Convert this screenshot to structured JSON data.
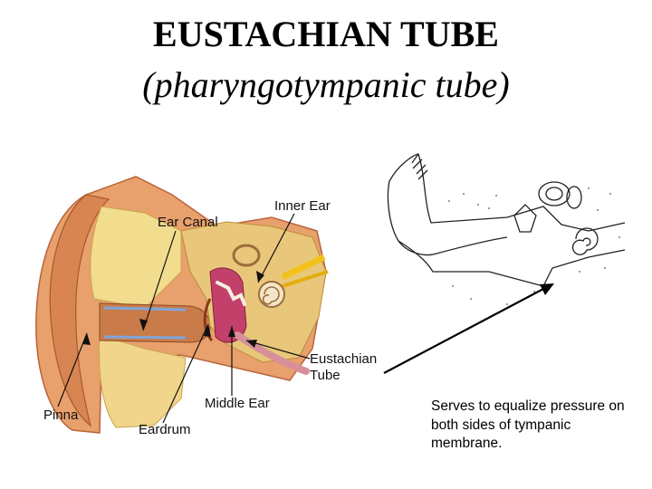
{
  "title": "EUSTACHIAN TUBE",
  "subtitle": "(pharyngotympanic tube)",
  "labels": {
    "ear_canal": "Ear Canal",
    "inner_ear": "Inner Ear",
    "eustachian_tube_line1": "Eustachian",
    "eustachian_tube_line2": "Tube",
    "middle_ear": "Middle Ear",
    "pinna": "Pinna",
    "eardrum": "Eardrum"
  },
  "note": "Serves to equalize pressure on both sides of tympanic membrane.",
  "colors": {
    "skin": "#e8a06c",
    "skin_dark": "#b8643a",
    "bone": "#e9c77a",
    "cartilage": "#f2dc8e",
    "middle_ear": "#c2406a",
    "canal_blue": "#7fa6d8",
    "nerve": "#f2c21c"
  }
}
